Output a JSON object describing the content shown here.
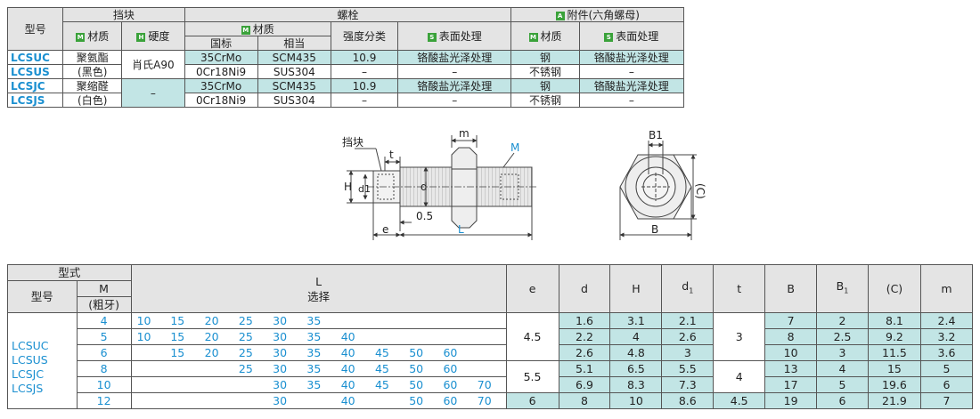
{
  "spec_table": {
    "header": {
      "model": "型号",
      "stopper": "挡块",
      "bolt": "螺栓",
      "accessory_badge": "A",
      "accessory": "附件(六角螺母)",
      "m_badge": "M",
      "h_badge": "H",
      "s_badge": "S",
      "material": "材质",
      "hardness": "硬度",
      "strength": "强度分类",
      "surface": "表面处理",
      "gb": "国标",
      "equiv": "相当"
    },
    "rows": [
      {
        "model": "LCSUC",
        "stop_mat": "聚氨酯",
        "hardness": "肖氏A90",
        "gb": "35CrMo",
        "equiv": "SCM435",
        "strength": "10.9",
        "surface": "铬酸盐光泽处理",
        "acc_mat": "钢",
        "acc_surface": "铬酸盐光泽处理"
      },
      {
        "model": "LCSUS",
        "stop_mat": "(黑色)",
        "gb": "0Cr18Ni9",
        "equiv": "SUS304",
        "strength": "–",
        "surface": "–",
        "acc_mat": "不锈钢",
        "acc_surface": "–"
      },
      {
        "model": "LCSJC",
        "stop_mat": "聚缩醛",
        "hardness": "–",
        "gb": "35CrMo",
        "equiv": "SCM435",
        "strength": "10.9",
        "surface": "铬酸盐光泽处理",
        "acc_mat": "钢",
        "acc_surface": "铬酸盐光泽处理"
      },
      {
        "model": "LCSJS",
        "stop_mat": "(白色)",
        "gb": "0Cr18Ni9",
        "equiv": "SUS304",
        "strength": "–",
        "surface": "–",
        "acc_mat": "不锈钢",
        "acc_surface": "–"
      }
    ]
  },
  "drawing": {
    "stopper_label": "挡块",
    "t": "t",
    "m": "m",
    "M": "M",
    "H": "H",
    "d1": "d1",
    "d": "d",
    "gap": "0.5",
    "e": "e",
    "L": "L",
    "B1": "B1",
    "C": "(C)",
    "B": "B"
  },
  "dim_table": {
    "header": {
      "type": "型式",
      "model": "型号",
      "m_top": "M",
      "m_bottom": "(粗牙)",
      "l_top": "L",
      "l_bottom": "选择",
      "e": "e",
      "d": "d",
      "H": "H",
      "d1": "d",
      "d1_sub": "1",
      "t": "t",
      "B": "B",
      "B1": "B",
      "B1_sub": "1",
      "C": "(C)",
      "m": "m"
    },
    "models": [
      "LCSUC",
      "LCSUS",
      "LCSJC",
      "LCSJS"
    ],
    "rows": [
      {
        "M": "4",
        "L": [
          "10",
          "15",
          "20",
          "25",
          "30",
          "35",
          "",
          "",
          "",
          "",
          ""
        ],
        "d": "1.6",
        "H": "3.1",
        "d1": "2.1",
        "B": "7",
        "B1": "2",
        "C": "8.1",
        "m": "2.4"
      },
      {
        "M": "5",
        "L": [
          "10",
          "15",
          "20",
          "25",
          "30",
          "35",
          "40",
          "",
          "",
          "",
          ""
        ],
        "d": "2.2",
        "H": "4",
        "d1": "2.6",
        "B": "8",
        "B1": "2.5",
        "C": "9.2",
        "m": "3.2"
      },
      {
        "M": "6",
        "L": [
          "",
          "15",
          "20",
          "25",
          "30",
          "35",
          "40",
          "45",
          "50",
          "60",
          ""
        ],
        "d": "2.6",
        "H": "4.8",
        "d1": "3",
        "B": "10",
        "B1": "3",
        "C": "11.5",
        "m": "3.6"
      },
      {
        "M": "8",
        "L": [
          "",
          "",
          "",
          "25",
          "30",
          "35",
          "40",
          "45",
          "50",
          "60",
          ""
        ],
        "d": "5.1",
        "H": "6.5",
        "d1": "5.5",
        "B": "13",
        "B1": "4",
        "C": "15",
        "m": "5"
      },
      {
        "M": "10",
        "L": [
          "",
          "",
          "",
          "",
          "30",
          "35",
          "40",
          "45",
          "50",
          "60",
          "70"
        ],
        "d": "6.9",
        "H": "8.3",
        "d1": "7.3",
        "B": "17",
        "B1": "5",
        "C": "19.6",
        "m": "6"
      },
      {
        "M": "12",
        "L": [
          "",
          "",
          "",
          "",
          "30",
          "",
          "40",
          "",
          "50",
          "60",
          "70"
        ],
        "e": "6",
        "d": "8",
        "H": "10",
        "d1": "8.6",
        "t": "4.5",
        "B": "19",
        "B1": "6",
        "C": "21.9",
        "m": "7"
      }
    ],
    "e_groups": [
      "4.5",
      "5.5"
    ],
    "t_groups": [
      "3",
      "4"
    ]
  }
}
